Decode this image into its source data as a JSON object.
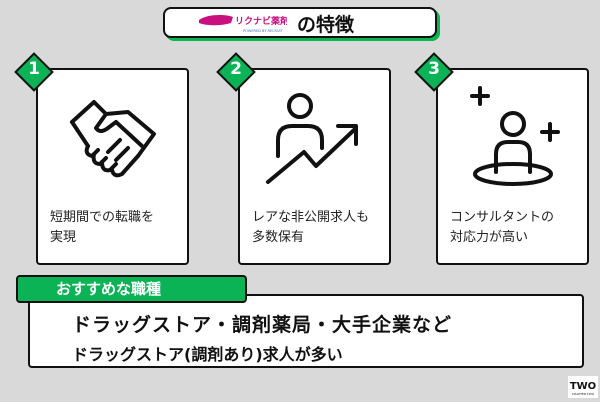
{
  "header": {
    "brand_logo": "リクナビ薬剤師",
    "brand_sub": "POWERED BY RECRUIT",
    "title": "の特徴"
  },
  "features": [
    {
      "number": "1",
      "icon": "handshake-icon",
      "text_line1": "短期間での転職を",
      "text_line2": "実現"
    },
    {
      "number": "2",
      "icon": "person-growth-arrow-icon",
      "text_line1": "レアな非公開求人も",
      "text_line2": "多数保有"
    },
    {
      "number": "3",
      "icon": "consultant-person-icon",
      "text_line1": "コンサルタントの",
      "text_line2": "対応力が高い"
    }
  ],
  "recommended": {
    "label": "おすすめな職種",
    "line1": "ドラッグストア・調剤薬局・大手企業など",
    "line2": "ドラッグストア(調剤あり)求人が多い"
  },
  "footer": {
    "logo_text": "TWO",
    "logo_sub": "CHAPTER TWO"
  },
  "colors": {
    "accent_green": "#0bb356",
    "brand_magenta": "#c8107f",
    "background": "#d9d9d9"
  }
}
